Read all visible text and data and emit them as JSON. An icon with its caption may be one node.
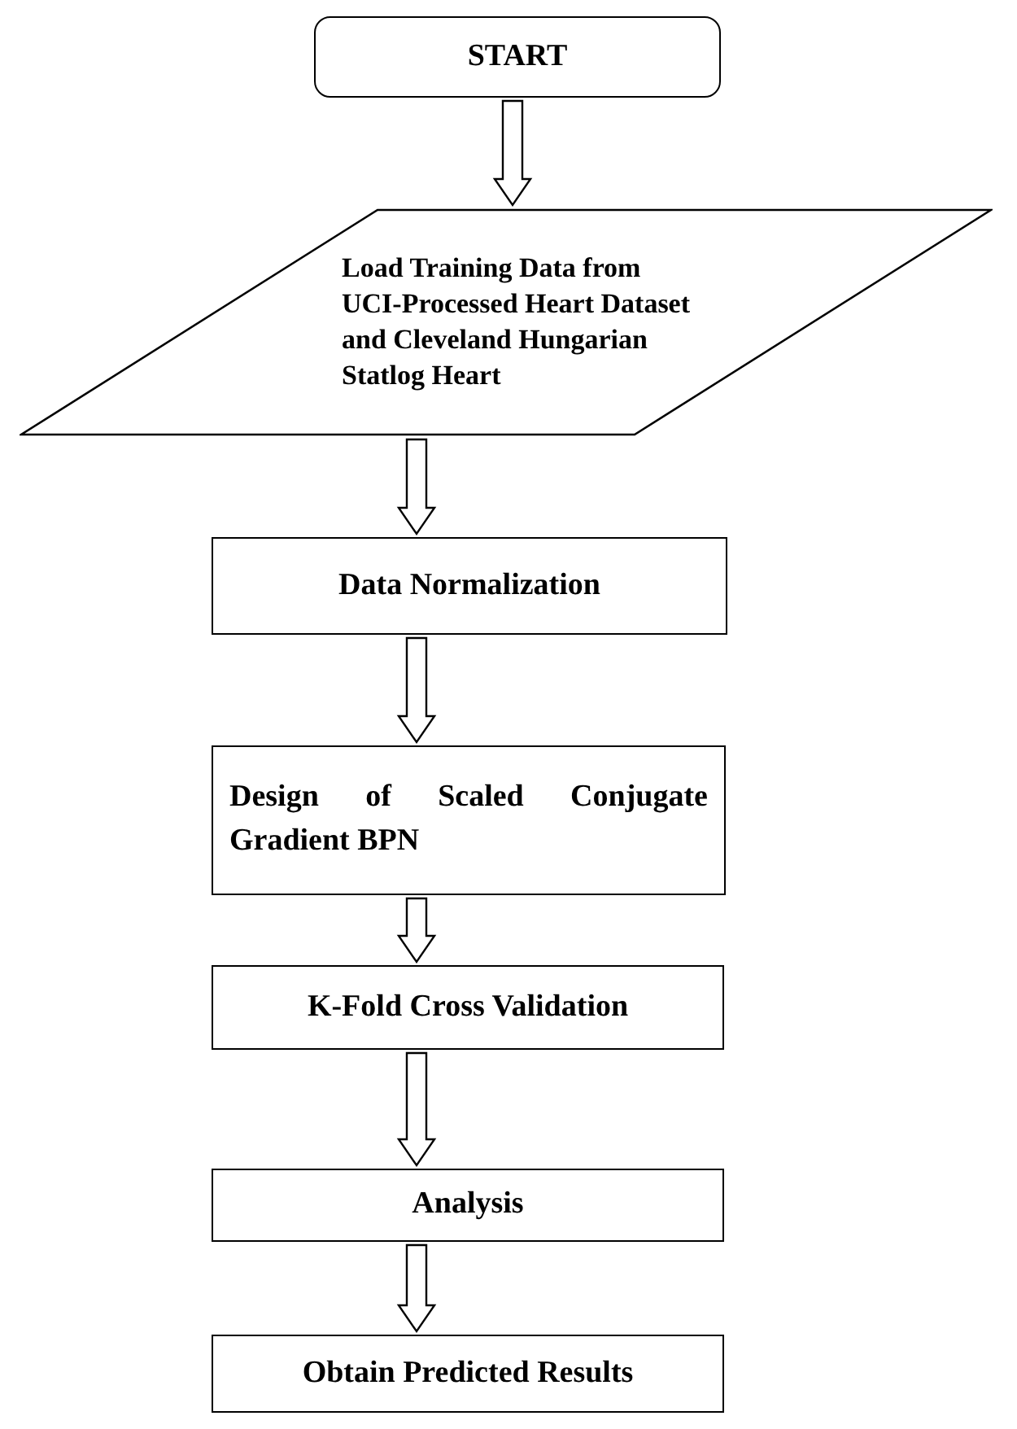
{
  "diagram": {
    "nodes": [
      {
        "text": [
          "START"
        ]
      },
      {
        "text": [
          "Load Training Data from UCI-Processed Heart Dataset and Cleveland Hungarian Statlog Heart"
        ]
      },
      {
        "text": [
          "Data Normalization"
        ]
      },
      {
        "text": [
          "Design of Scaled Conjugate Gradient BPN"
        ]
      },
      {
        "text": [
          "K-Fold Cross Validation"
        ]
      },
      {
        "text": [
          "Analysis"
        ]
      },
      {
        "text": [
          "Obtain Predicted Results"
        ]
      }
    ],
    "edges": [
      {
        "from": 0,
        "to": 1,
        "arrow": "to"
      },
      {
        "from": 1,
        "to": 2,
        "arrow": "to"
      },
      {
        "from": 2,
        "to": 3,
        "arrow": "to"
      },
      {
        "from": 3,
        "to": 4,
        "arrow": "to"
      },
      {
        "from": 4,
        "to": 5,
        "arrow": "to"
      },
      {
        "from": 5,
        "to": 6,
        "arrow": "to"
      }
    ]
  }
}
